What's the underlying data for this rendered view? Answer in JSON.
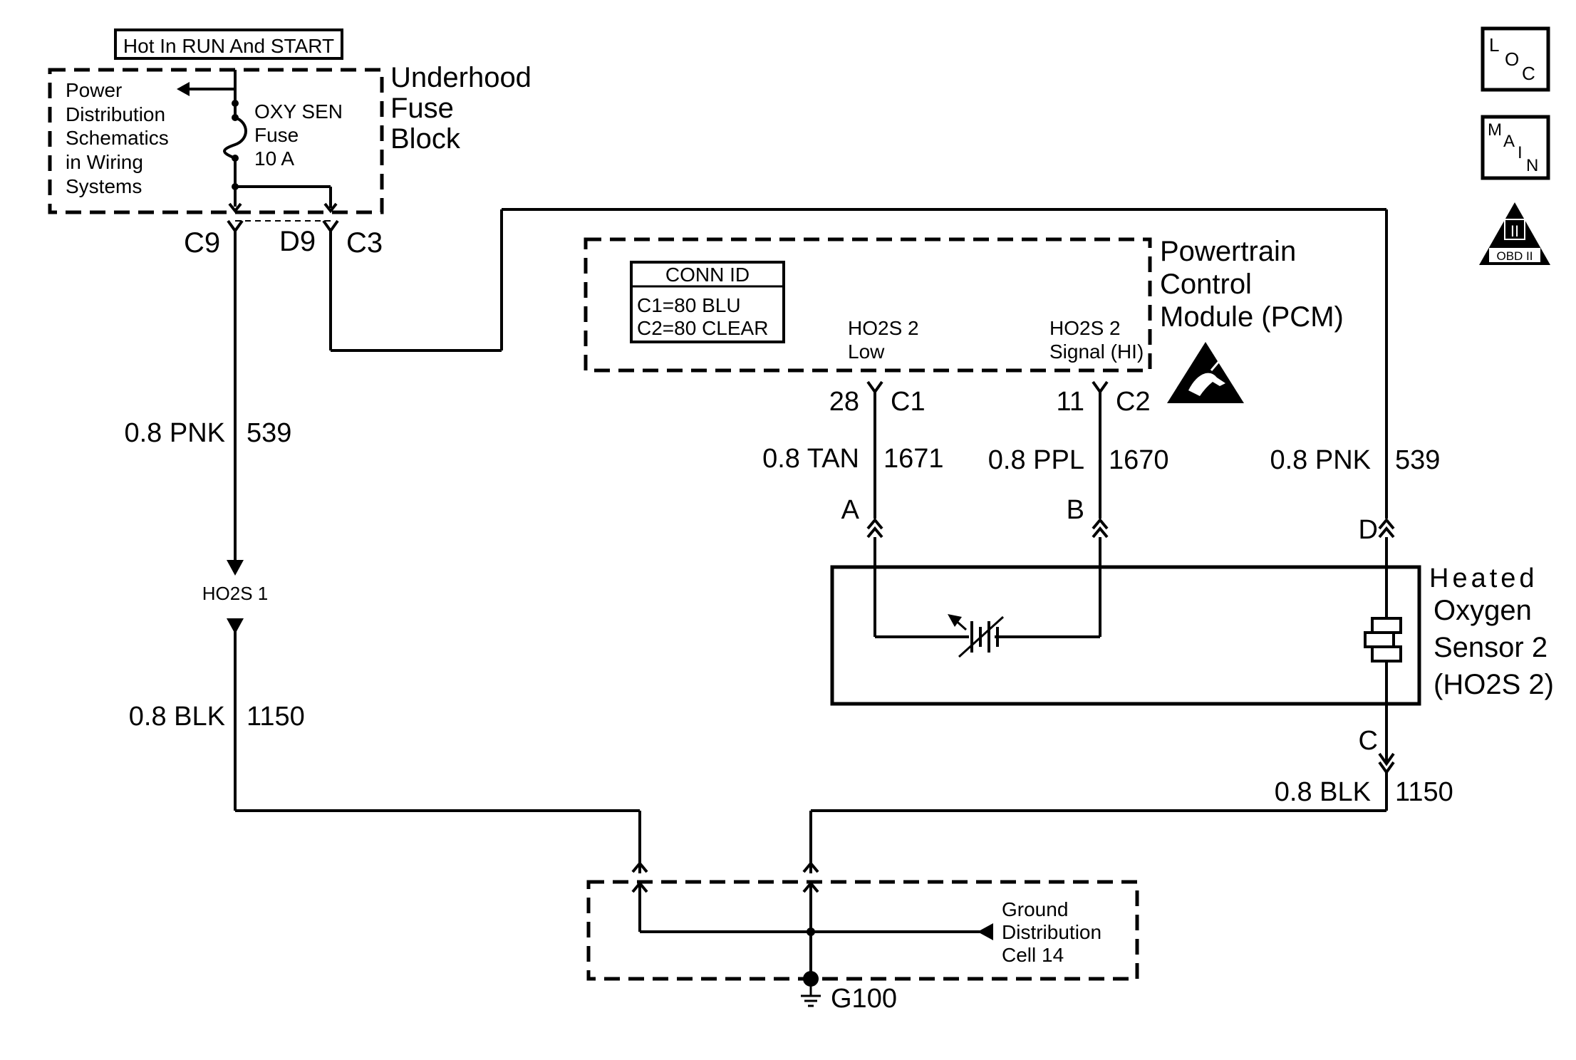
{
  "source_box": {
    "label": "Hot In RUN And START"
  },
  "fuse_block": {
    "name_lines": [
      "Underhood",
      "Fuse",
      "Block"
    ],
    "power_dist_lines": [
      "Power",
      "Distribution",
      "Schematics",
      "in Wiring",
      "Systems"
    ],
    "fuse_lines": [
      "OXY SEN",
      "Fuse",
      "10 A"
    ],
    "pins": {
      "c9": "C9",
      "d9": "D9",
      "c3": "C3"
    }
  },
  "pcm": {
    "name_lines": [
      "Powertrain",
      "Control",
      "Module (PCM)"
    ],
    "conn_id": {
      "title": "CONN ID",
      "lines": [
        "C1=80 BLU",
        "C2=80 CLEAR"
      ]
    },
    "low_lines": [
      "HO2S 2",
      "Low"
    ],
    "signal_lines": [
      "HO2S 2",
      "Signal (HI)"
    ],
    "pin_low": {
      "num": "28",
      "conn": "C1"
    },
    "pin_signal": {
      "num": "11",
      "conn": "C2"
    }
  },
  "wires": {
    "left_top": {
      "color": "0.8 PNK",
      "circuit": "539"
    },
    "left_bottom": {
      "color": "0.8 BLK",
      "circuit": "1150"
    },
    "tan": {
      "color": "0.8 TAN",
      "circuit": "1671"
    },
    "ppl": {
      "color": "0.8 PPL",
      "circuit": "1670"
    },
    "right_pnk": {
      "color": "0.8 PNK",
      "circuit": "539"
    },
    "right_blk": {
      "color": "0.8 BLK",
      "circuit": "1150"
    }
  },
  "inline_connector": {
    "label": "HO2S 1"
  },
  "sensor": {
    "name_lines": [
      "Heated",
      "Oxygen",
      "Sensor 2",
      "(HO2S 2)"
    ],
    "pins": {
      "a": "A",
      "b": "B",
      "c": "C",
      "d": "D"
    }
  },
  "ground": {
    "dist_lines": [
      "Ground",
      "Distribution",
      "Cell 14"
    ],
    "name": "G100"
  },
  "icons": {
    "loc": [
      "L",
      "O",
      "C"
    ],
    "main": [
      "M",
      "A",
      "I",
      "N"
    ],
    "obd": {
      "numeral": "II",
      "label": "OBD II"
    },
    "esd": "esd-sensitive-icon"
  }
}
